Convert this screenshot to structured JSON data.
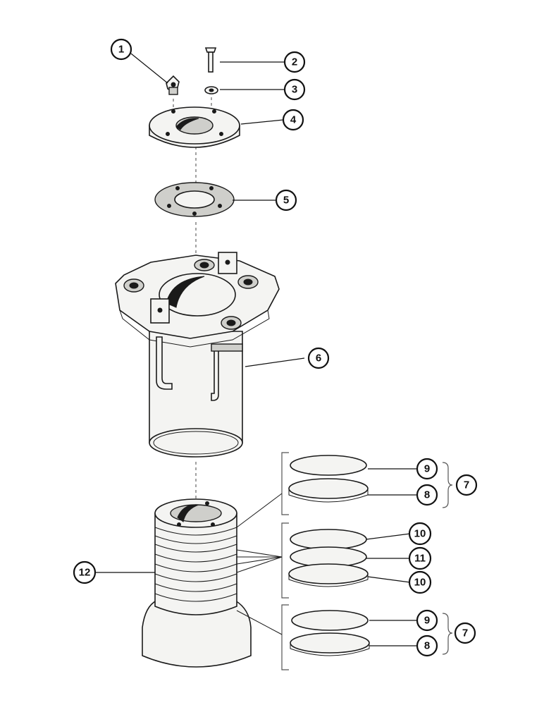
{
  "callouts": {
    "c1": "1",
    "c2": "2",
    "c3": "3",
    "c4": "4",
    "c5": "5",
    "c6": "6",
    "c7a": "7",
    "c8a": "8",
    "c9a": "9",
    "c10a": "10",
    "c11": "11",
    "c10b": "10",
    "c9b": "9",
    "c8b": "8",
    "c7b": "7",
    "c12": "12"
  }
}
